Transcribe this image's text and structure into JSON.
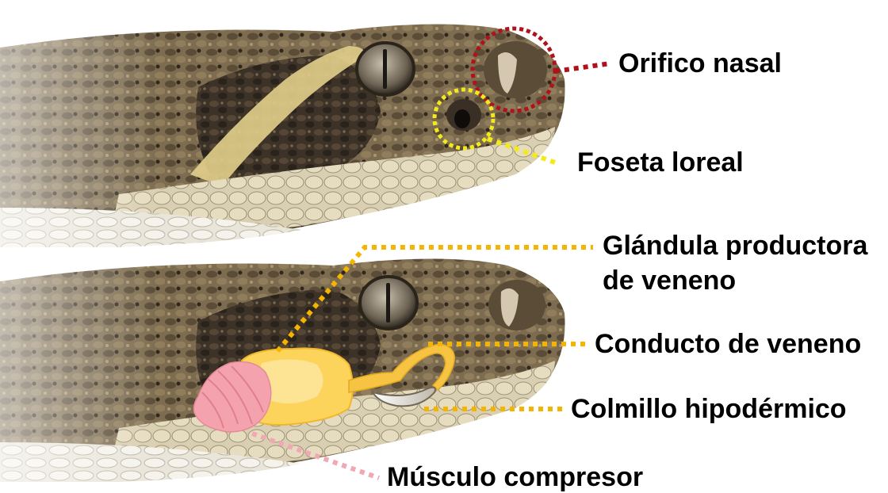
{
  "labels": {
    "orificio_nasal": "Orifico nasal",
    "foseta_loreal": "Foseta loreal",
    "glandula_line1": "Glándula productora",
    "glandula_line2": "de veneno",
    "conducto": "Conducto de veneno",
    "colmillo": "Colmillo hipodérmico",
    "musculo": "Músculo compresor"
  },
  "colors": {
    "nasal_marker": "#b0121b",
    "loreal_marker": "#f2ea1b",
    "gland_marker": "#f4b400",
    "gland_fill": "#fcd45c",
    "duct_fill": "#f6c343",
    "muscle_fill": "#f4a3ae",
    "muscle_marker": "#f2a8b4",
    "fang_fill": "#e9e6df",
    "snake_dark": "#3b3227",
    "snake_mid": "#7a6a4e",
    "snake_light": "#cfc19a",
    "belly": "#ece9df",
    "yellow_scale": "#e3d08a"
  }
}
